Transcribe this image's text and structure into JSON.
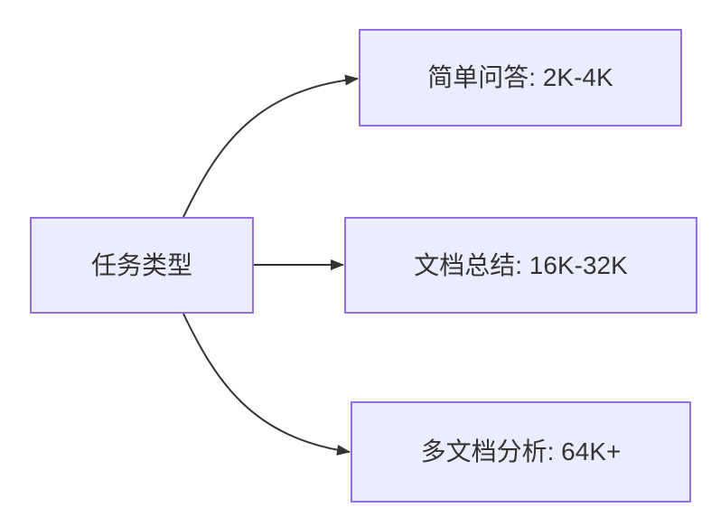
{
  "diagram": {
    "type": "flowchart",
    "root": {
      "label": "任务类型"
    },
    "branches": [
      {
        "label": "简单问答: 2K-4K"
      },
      {
        "label": "文档总结: 16K-32K"
      },
      {
        "label": "多文档分析: 64K+"
      }
    ],
    "colors": {
      "node_fill": "#ECECFF",
      "node_border": "#9370DB",
      "edge": "#333333",
      "text": "#333333",
      "background": "#FFFFFF"
    }
  }
}
